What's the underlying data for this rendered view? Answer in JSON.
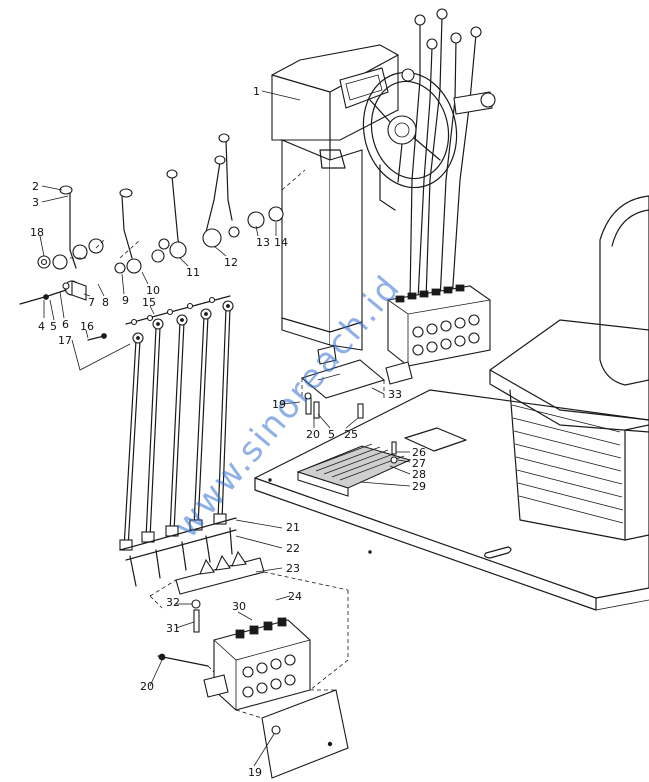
{
  "watermark": "www.sinoreach.id",
  "callouts": [
    {
      "id": "c1",
      "text": "1"
    },
    {
      "id": "c2",
      "text": "2"
    },
    {
      "id": "c3",
      "text": "3"
    },
    {
      "id": "c18",
      "text": "18"
    },
    {
      "id": "c4",
      "text": "4"
    },
    {
      "id": "c5a",
      "text": "5"
    },
    {
      "id": "c6",
      "text": "6"
    },
    {
      "id": "c7",
      "text": "7"
    },
    {
      "id": "c8",
      "text": "8"
    },
    {
      "id": "c9",
      "text": "9"
    },
    {
      "id": "c10",
      "text": "10"
    },
    {
      "id": "c11",
      "text": "11"
    },
    {
      "id": "c12",
      "text": "12"
    },
    {
      "id": "c13",
      "text": "13"
    },
    {
      "id": "c14",
      "text": "14"
    },
    {
      "id": "c15",
      "text": "15"
    },
    {
      "id": "c16",
      "text": "16"
    },
    {
      "id": "c17",
      "text": "17"
    },
    {
      "id": "c19a",
      "text": "19"
    },
    {
      "id": "c20a",
      "text": "20"
    },
    {
      "id": "c5b",
      "text": "5"
    },
    {
      "id": "c25",
      "text": "25"
    },
    {
      "id": "c33",
      "text": "33"
    },
    {
      "id": "c26",
      "text": "26"
    },
    {
      "id": "c27",
      "text": "27"
    },
    {
      "id": "c28",
      "text": "28"
    },
    {
      "id": "c29",
      "text": "29"
    },
    {
      "id": "c21",
      "text": "21"
    },
    {
      "id": "c22",
      "text": "22"
    },
    {
      "id": "c23",
      "text": "23"
    },
    {
      "id": "c24",
      "text": "24"
    },
    {
      "id": "c30",
      "text": "30"
    },
    {
      "id": "c32",
      "text": "32"
    },
    {
      "id": "c31",
      "text": "31"
    },
    {
      "id": "c20b",
      "text": "20"
    },
    {
      "id": "c19b",
      "text": "19"
    }
  ]
}
